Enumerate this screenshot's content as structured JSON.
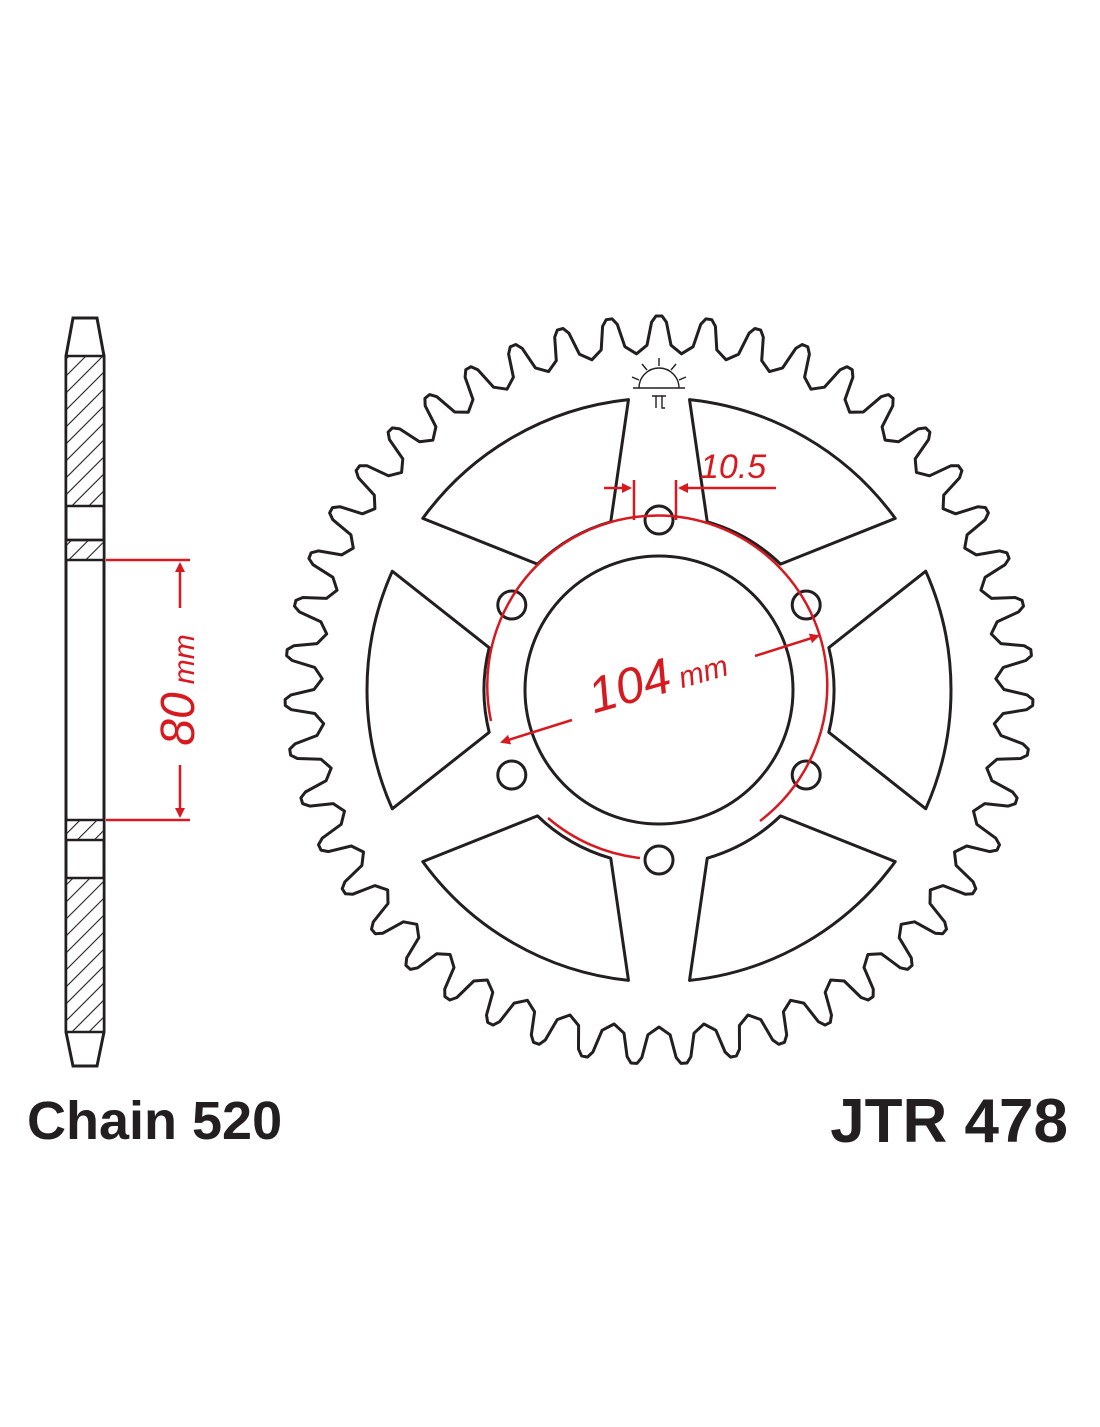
{
  "captions": {
    "chain": "Chain 520",
    "part_number": "JTR 478"
  },
  "dimensions": {
    "hub_width": {
      "value": "80",
      "unit": "mm"
    },
    "bolt_circle": {
      "value": "104",
      "unit": "mm"
    },
    "bolt_hole": {
      "value": "10.5"
    }
  },
  "sprocket": {
    "teeth": 47,
    "bolt_holes": 6
  },
  "colors": {
    "outline": "#231f20",
    "dimension": "#d71920",
    "background": "#ffffff"
  },
  "icons": {
    "logo": "jt-sunrise-logo-icon"
  }
}
